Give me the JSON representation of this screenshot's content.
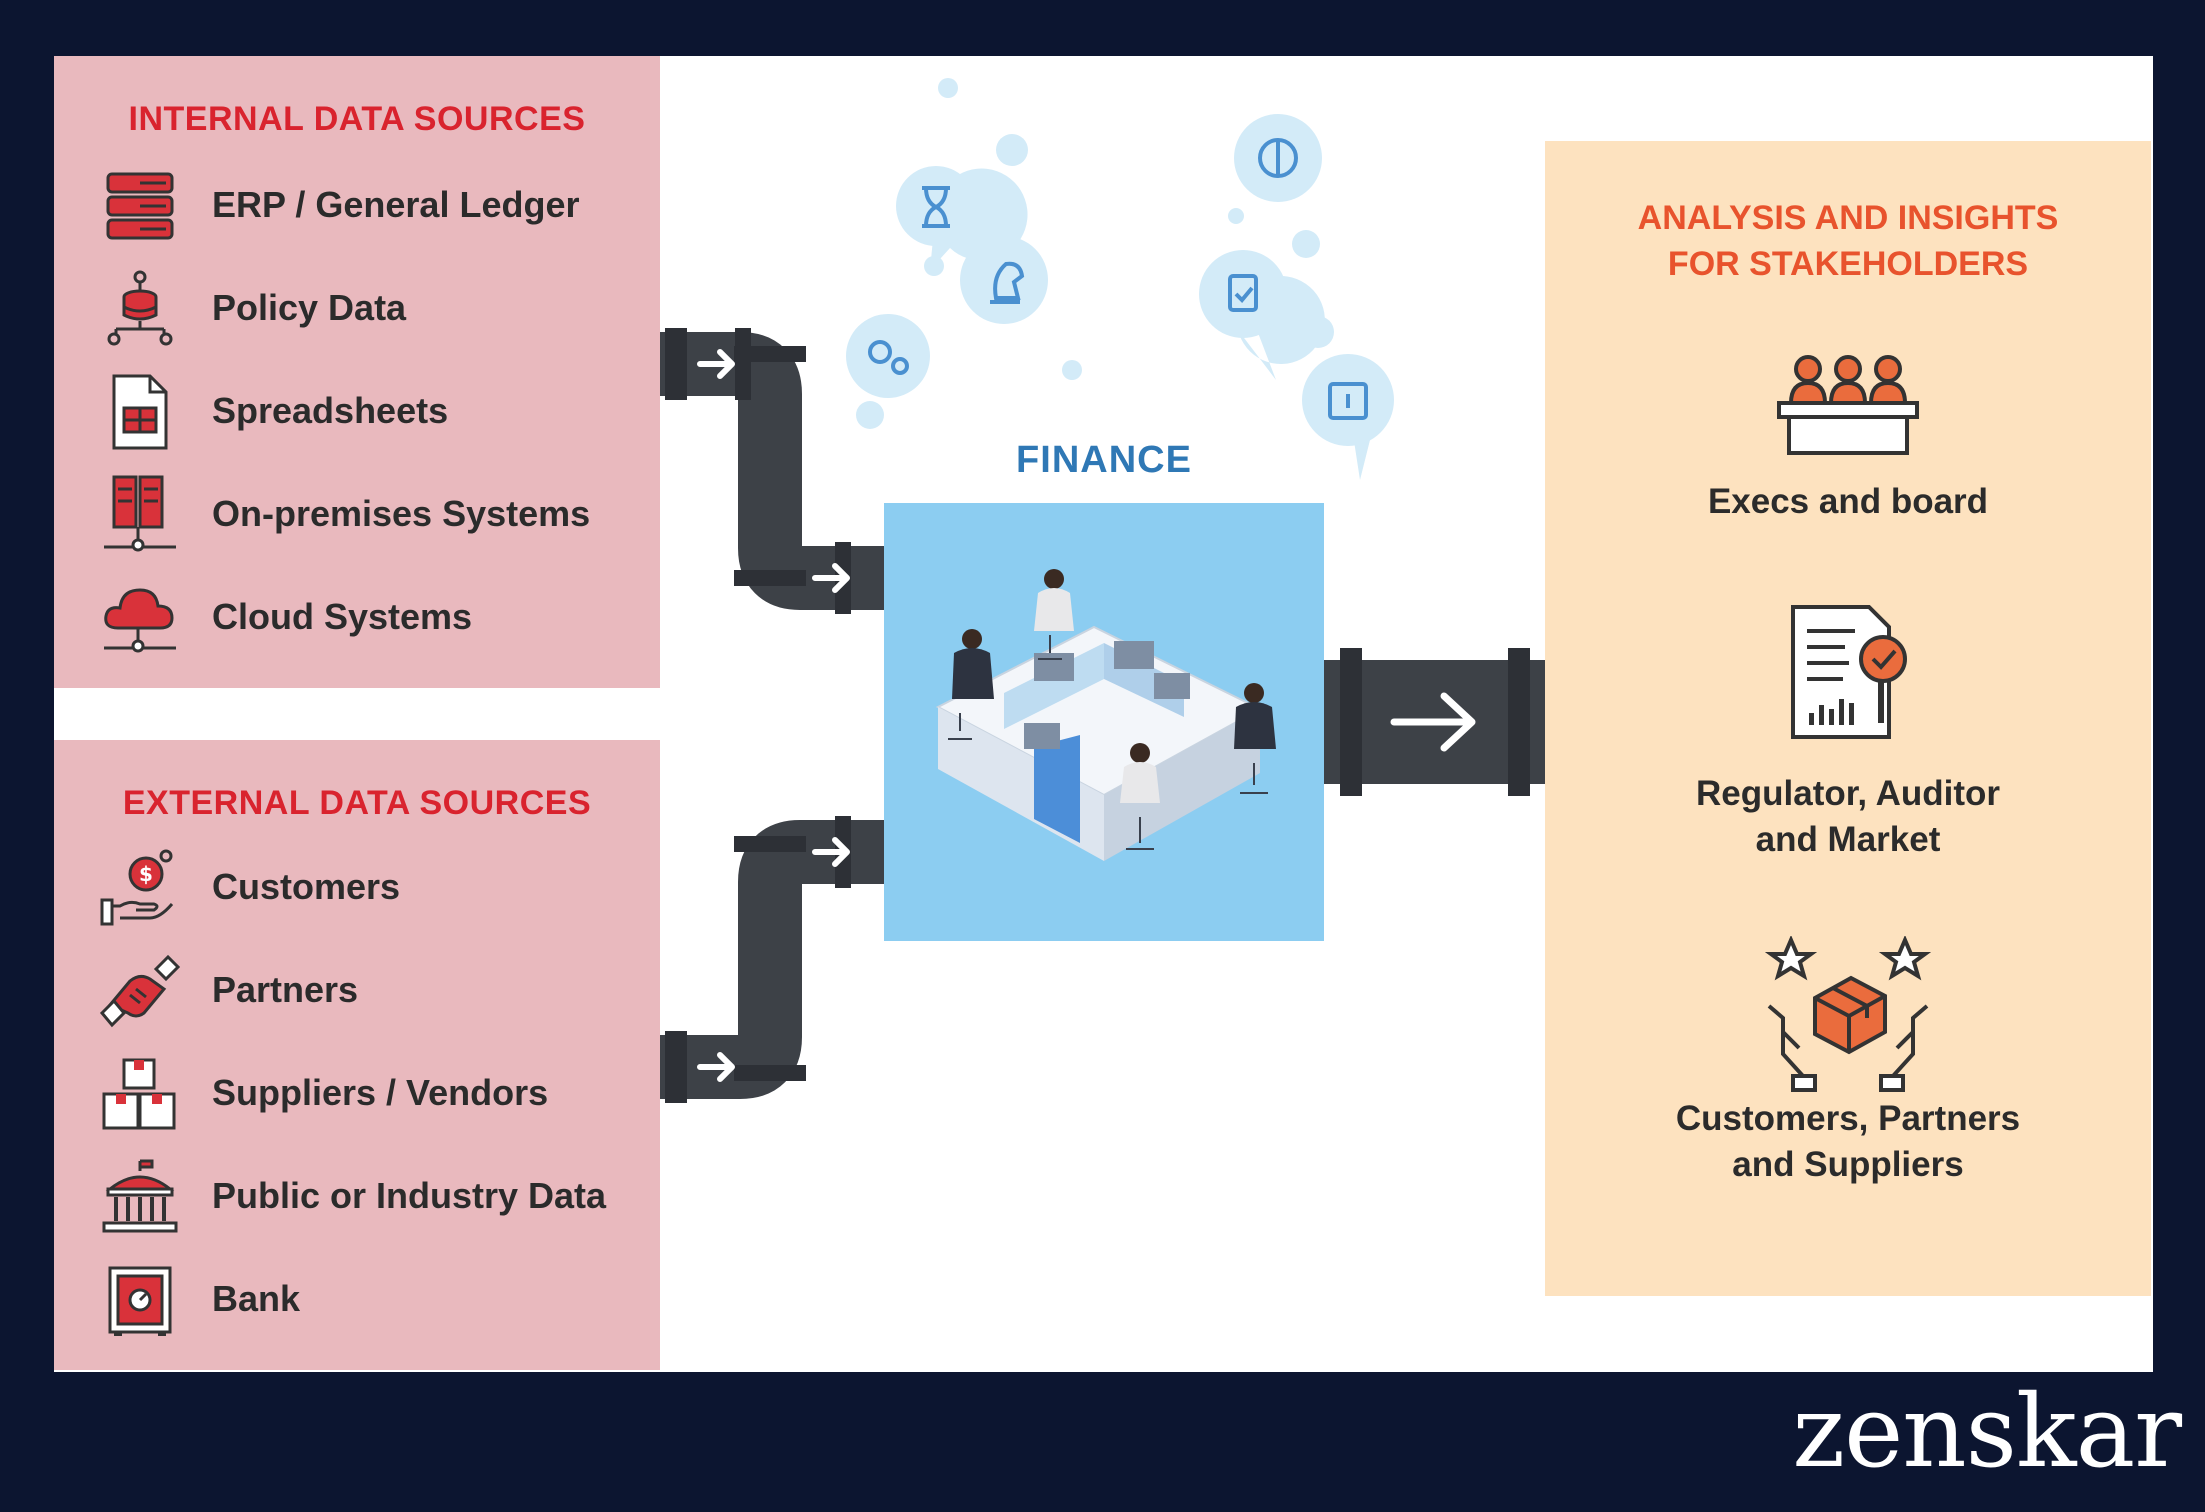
{
  "internal": {
    "title": "INTERNAL DATA SOURCES",
    "items": [
      {
        "label": "ERP / General Ledger",
        "icon": "server-stack-icon"
      },
      {
        "label": "Policy Data",
        "icon": "database-network-icon"
      },
      {
        "label": "Spreadsheets",
        "icon": "spreadsheet-file-icon"
      },
      {
        "label": "On-premises Systems",
        "icon": "on-premises-servers-icon"
      },
      {
        "label": "Cloud Systems",
        "icon": "cloud-network-icon"
      }
    ]
  },
  "external": {
    "title": "EXTERNAL DATA SOURCES",
    "items": [
      {
        "label": "Customers",
        "icon": "hand-money-icon"
      },
      {
        "label": "Partners",
        "icon": "handshake-icon"
      },
      {
        "label": "Suppliers / Vendors",
        "icon": "boxes-icon"
      },
      {
        "label": "Public or Industry Data",
        "icon": "government-building-icon"
      },
      {
        "label": "Bank",
        "icon": "safe-vault-icon"
      }
    ]
  },
  "center": {
    "title": "FINANCE"
  },
  "insights": {
    "title_line1": "ANALYSIS AND INSIGHTS",
    "title_line2": "FOR STAKEHOLDERS",
    "items": [
      {
        "line1": "Execs and board",
        "line2": "",
        "icon": "board-meeting-icon"
      },
      {
        "line1": "Regulator, Auditor",
        "line2": "and Market",
        "icon": "audit-report-icon"
      },
      {
        "line1": "Customers, Partners",
        "line2": "and Suppliers",
        "icon": "hands-package-icon"
      }
    ]
  },
  "brand": {
    "logo": "zenskar"
  },
  "colors": {
    "background": "#0c1530",
    "source_panel": "#e9b9be",
    "source_title": "#d9232e",
    "insight_panel": "#fde2bf",
    "insight_title": "#e8532d",
    "finance_box": "#8ccdf1",
    "finance_title": "#2f78b5",
    "pipe": "#3d4147"
  }
}
